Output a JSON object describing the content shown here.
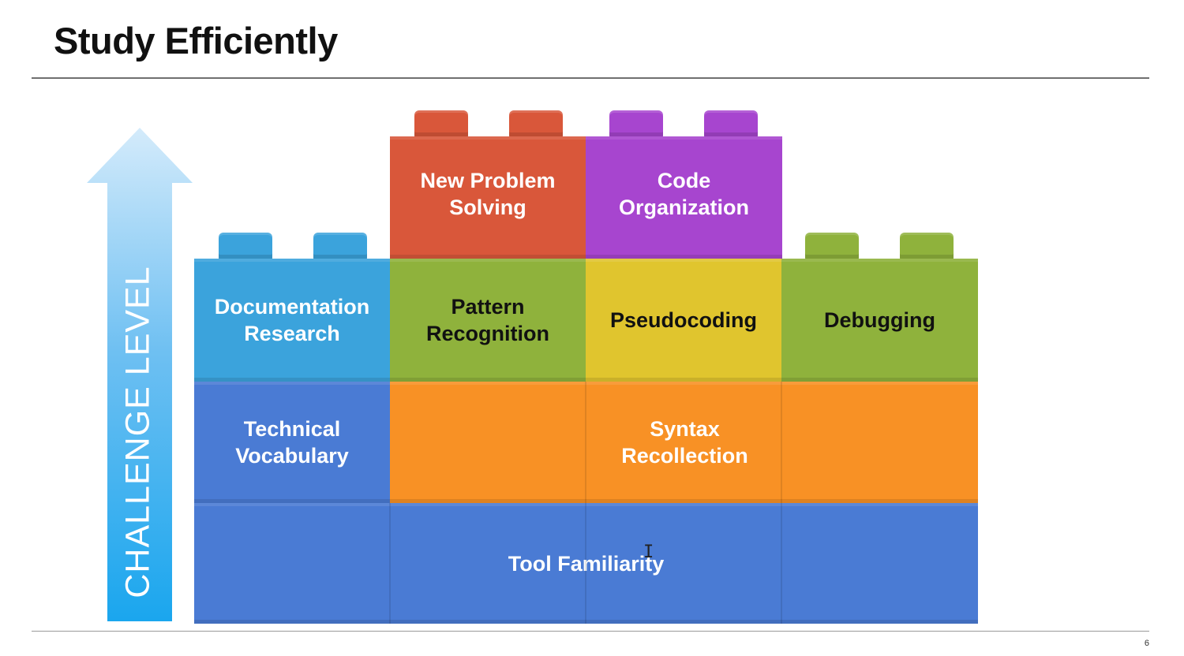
{
  "slide": {
    "title": "Study Efficiently",
    "page_number": "6"
  },
  "axis": {
    "label": "CHALLENGE LEVEL"
  },
  "blocks": {
    "tool_familiarity": {
      "label": "Tool Familiarity",
      "color": "#4a7bd4"
    },
    "technical_vocabulary": {
      "label": "Technical\nVocabulary",
      "color": "#4a7bd4"
    },
    "syntax_recollection": {
      "label": "Syntax\nRecollection",
      "color": "#f89125"
    },
    "documentation_research": {
      "label": "Documentation\nResearch",
      "color": "#3ba3dc"
    },
    "pattern_recognition": {
      "label": "Pattern\nRecognition",
      "color": "#8fb23c"
    },
    "pseudocoding": {
      "label": "Pseudocoding",
      "color": "#e0c52e"
    },
    "debugging": {
      "label": "Debugging",
      "color": "#8fb23c"
    },
    "new_problem_solving": {
      "label": "New Problem\nSolving",
      "color": "#d9573a"
    },
    "code_organization": {
      "label": "Code\nOrganization",
      "color": "#a745cf"
    }
  }
}
